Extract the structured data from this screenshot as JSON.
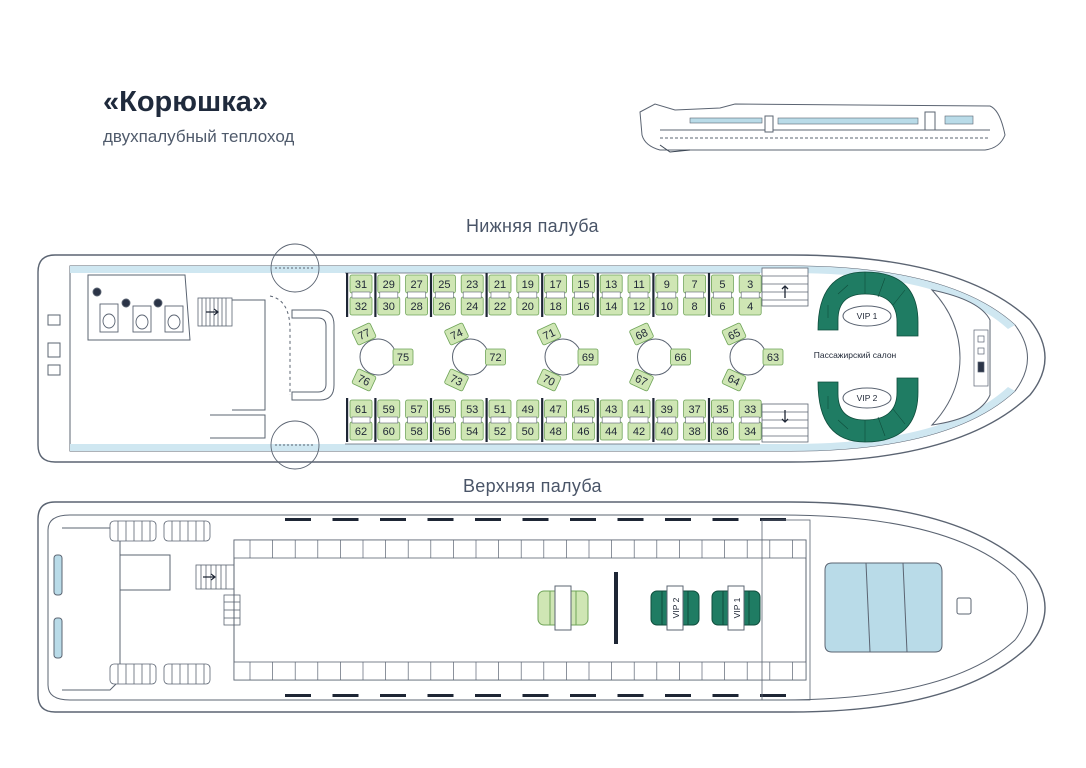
{
  "title": "«Корюшка»",
  "subtitle": "двухпалубный теплоход",
  "decks": {
    "lower": {
      "label": "Нижняя палуба",
      "salon_label": "Пассажирский салон",
      "vip": [
        "VIP 1",
        "VIP 2"
      ],
      "upper_seat_columns": [
        [
          "31",
          "32"
        ],
        [
          "29",
          "30"
        ],
        [
          "27",
          "28"
        ],
        [
          "25",
          "26"
        ],
        [
          "23",
          "24"
        ],
        [
          "21",
          "22"
        ],
        [
          "19",
          "20"
        ],
        [
          "17",
          "18"
        ],
        [
          "15",
          "16"
        ],
        [
          "13",
          "14"
        ],
        [
          "11",
          "12"
        ],
        [
          "9",
          "10"
        ],
        [
          "7",
          "8"
        ],
        [
          "5",
          "6"
        ],
        [
          "3",
          "4"
        ]
      ],
      "lower_seat_columns": [
        [
          "61",
          "62"
        ],
        [
          "59",
          "60"
        ],
        [
          "57",
          "58"
        ],
        [
          "55",
          "56"
        ],
        [
          "53",
          "54"
        ],
        [
          "51",
          "52"
        ],
        [
          "49",
          "50"
        ],
        [
          "47",
          "48"
        ],
        [
          "45",
          "46"
        ],
        [
          "43",
          "44"
        ],
        [
          "41",
          "42"
        ],
        [
          "39",
          "40"
        ],
        [
          "37",
          "38"
        ],
        [
          "35",
          "36"
        ],
        [
          "33",
          "34"
        ]
      ],
      "round_tables": [
        {
          "top": "77",
          "right": "75",
          "bottom": "76"
        },
        {
          "top": "74",
          "right": "72",
          "bottom": "73"
        },
        {
          "top": "71",
          "right": "69",
          "bottom": "70"
        },
        {
          "top": "68",
          "right": "66",
          "bottom": "67"
        },
        {
          "top": "65",
          "right": "63",
          "bottom": "64"
        }
      ]
    },
    "upper": {
      "label": "Верхняя палуба",
      "vip": [
        "VIP 2",
        "VIP 1"
      ]
    }
  },
  "colors": {
    "seat_fill": "#cfe6b4",
    "seat_stroke": "#6fa458",
    "vip_fill": "#1f7c63",
    "hull_stroke": "#5b6472",
    "window_fill": "#b9dbe8"
  }
}
